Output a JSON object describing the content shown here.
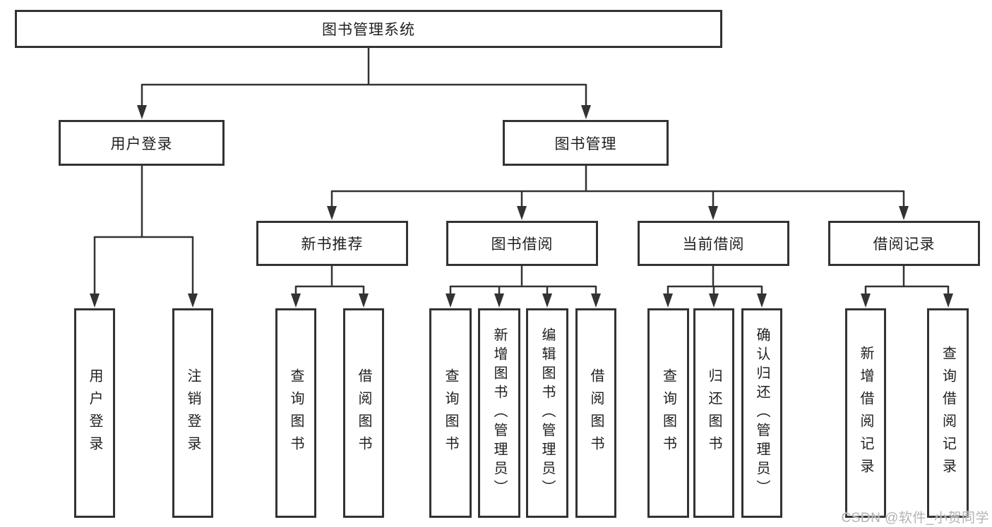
{
  "diagram": {
    "title": "图书管理系统",
    "groups": [
      {
        "label": "用户登录",
        "children": [
          "用户登录",
          "注销登录"
        ]
      },
      {
        "label": "图书管理",
        "sections": [
          {
            "label": "新书推荐",
            "children": [
              "查询图书",
              "借阅图书"
            ]
          },
          {
            "label": "图书借阅",
            "children": [
              "查询图书",
              "新增图书（管理员）",
              "编辑图书（管理员）",
              "借阅图书"
            ]
          },
          {
            "label": "当前借阅",
            "children": [
              "查询图书",
              "归还图书",
              "确认归还（管理员）"
            ]
          },
          {
            "label": "借阅记录",
            "children": [
              "新增借阅记录",
              "查询借阅记录"
            ]
          }
        ]
      }
    ]
  },
  "watermark": {
    "text": "CSDN @软件_小贺同学"
  },
  "colors": {
    "line": "#333333",
    "text": "#1f1f1f",
    "background": "#ffffff",
    "watermark": "#b3b3b3"
  }
}
